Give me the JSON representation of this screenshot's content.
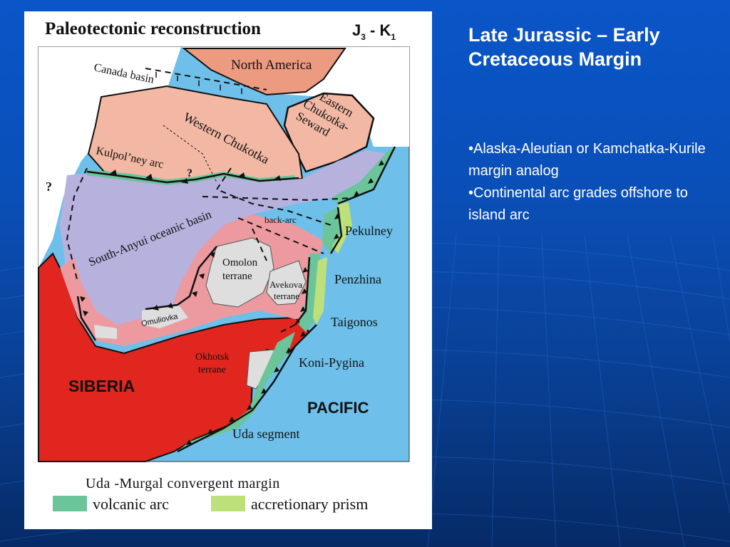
{
  "slide": {
    "title": "Late Jurassic – Early Cretaceous Margin",
    "bullets": [
      "•Alaska-Aleutian or Kamchatka-Kurile margin analog",
      "•Continental arc grades offshore to island arc"
    ]
  },
  "map": {
    "title": "Paleotectonic reconstruction",
    "time_label": {
      "j": "J",
      "j_sub": "3",
      "dash": " - ",
      "k": "K",
      "k_sub": "1"
    },
    "labels": {
      "north_america": "North America",
      "canada_basin": "Canada basin",
      "eastern_chukotka_1": "Eastern",
      "eastern_chukotka_2": "Chukotka-",
      "eastern_chukotka_3": "Seward",
      "western_chukotka": "Western Chukotka",
      "kulpolney_arc": "Kulpol’ney arc",
      "question_1": "?",
      "question_2": "?",
      "south_anyui": "South-Anyui oceanic basin",
      "back_arc": "back-arc",
      "pekulney": "Pekulney",
      "omolon_1": "Omolon",
      "omolon_2": "terrane",
      "avekova_1": "Avekova",
      "avekova_2": "terrane",
      "penzhina": "Penzhina",
      "taigonos": "Taigonos",
      "omuliovka": "Omuliovka",
      "okhotsk_1": "Okhotsk",
      "okhotsk_2": "terrane",
      "koni_pygina": "Koni-Pygina",
      "siberia": "SIBERIA",
      "pacific": "PACIFIC",
      "uda_segment": "Uda segment"
    },
    "subtitle": "Uda -Murgal convergent margin",
    "legend": [
      {
        "label": "volcanic arc",
        "color": "#6cc49a"
      },
      {
        "label": "accretionary  prism",
        "color": "#bde07a"
      }
    ],
    "colors": {
      "ocean": "#6ec0ea",
      "siberia": "#e0261e",
      "north_america": "#ec9a80",
      "chukotka": "#f2b8a4",
      "south_anyui": "#b7b1de",
      "terrane_pink": "#ec9aa0",
      "terrane_grey": "#dedede",
      "volcanic_arc": "#6cc49a",
      "accretionary_prism": "#bde07a"
    }
  }
}
